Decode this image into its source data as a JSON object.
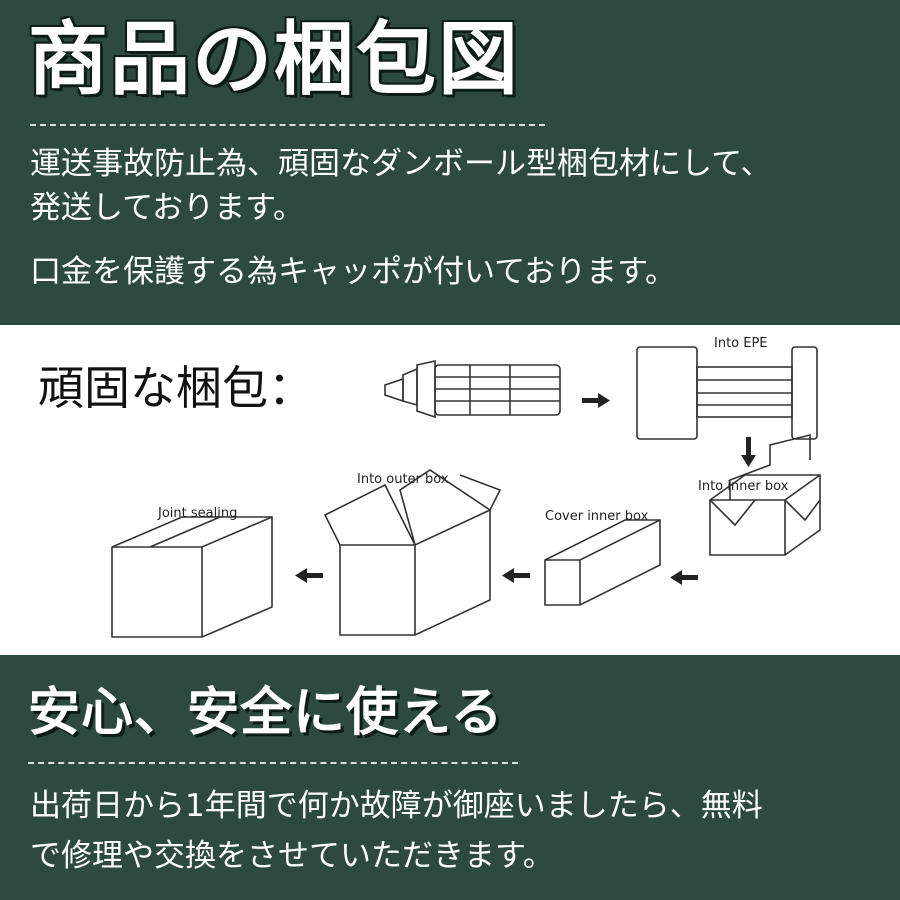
{
  "header": {
    "title": "商品の梱包図"
  },
  "intro": {
    "line1": "運送事故防止為、頑固なダンボール型梱包材にして、",
    "line2": "発送しております。",
    "line3": "口金を保護する為キャッポが付いております。"
  },
  "packing": {
    "label": "頑固な梱包：",
    "steps": {
      "into_epe": "Into EPE",
      "into_inner_box": "Into inner box",
      "cover_inner_box": "Cover inner box",
      "into_outer_box": "Into outer box",
      "joint_sealing": "Joint sealing"
    }
  },
  "warranty": {
    "title": "安心、安全に使える",
    "line1": "出荷日から1年間で何か故障が御座いましたら、無料",
    "line2": "で修理や交換をさせていただきます。"
  },
  "colors": {
    "background": "#2c4a40",
    "text": "#ffffff",
    "band": "#ffffff"
  }
}
